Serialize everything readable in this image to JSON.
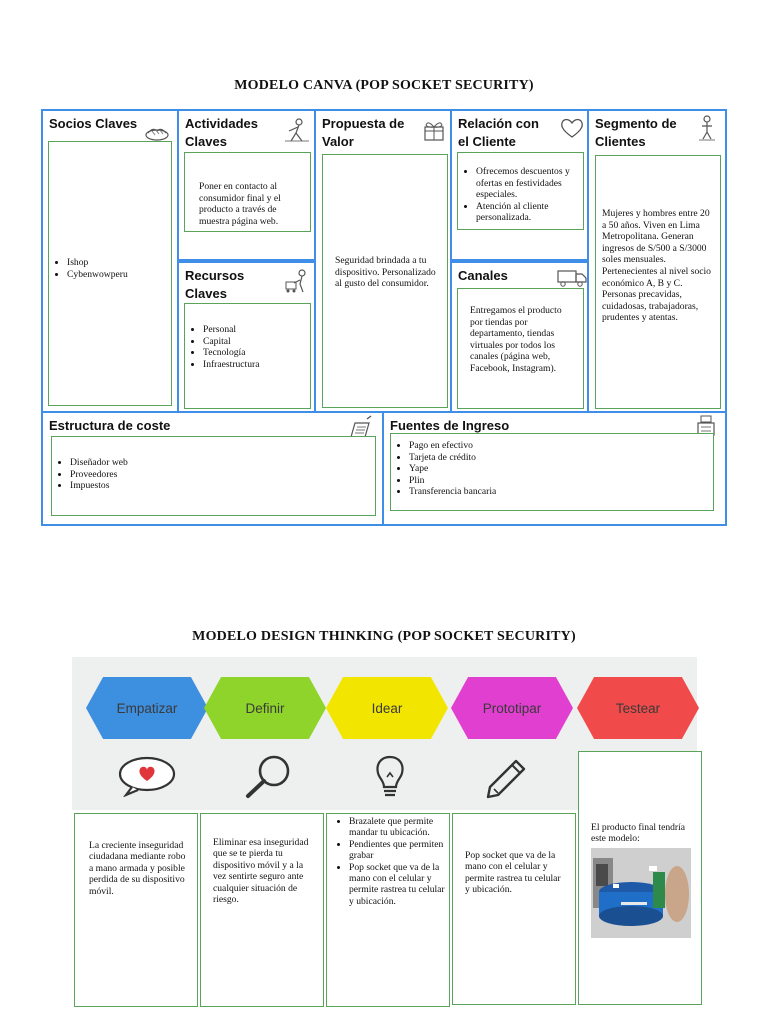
{
  "canva": {
    "title": "MODELO CANVA (POP SOCKET SECURITY)",
    "socios": {
      "title": "Socios Claves",
      "items": [
        "Ishop",
        "Cybenwowperu"
      ]
    },
    "actividades": {
      "title_line1": "Actividades",
      "title_line2": "Claves",
      "text": "Poner en contacto al consumidor final y el producto a través de muestra página web."
    },
    "recursos": {
      "title_line1": "Recursos",
      "title_line2": "Claves",
      "items": [
        "Personal",
        "Capital",
        "Tecnología",
        "Infraestructura"
      ]
    },
    "propuesta": {
      "title_line1": "Propuesta de",
      "title_line2": "Valor",
      "text": "Seguridad brindada a tu dispositivo. Personalizado al gusto del consumidor."
    },
    "relacion": {
      "title_line1": "Relación con",
      "title_line2": "el Cliente",
      "items": [
        "Ofrecemos descuentos y ofertas en festividades especiales.",
        "Atención al cliente personalizada."
      ]
    },
    "canales": {
      "title": "Canales",
      "text": "Entregamos el producto por tiendas por departamento, tiendas virtuales por todos los canales (página web, Facebook, Instagram)."
    },
    "segmento": {
      "title_line1": "Segmento de",
      "title_line2": "Clientes",
      "text": "Mujeres y hombres entre 20 a 50 años. Viven en Lima Metropolitana. Generan ingresos de S/500 a S/3000 soles mensuales. Pertenecientes al nivel socio económico A, B y C. Personas precavidas, cuidadosas, trabajadoras, prudentes y atentas."
    },
    "estructura": {
      "title": "Estructura de coste",
      "items": [
        "Diseñador web",
        "Proveedores",
        "Impuestos"
      ]
    },
    "fuentes": {
      "title": "Fuentes de Ingreso",
      "items": [
        "Pago en efectivo",
        "Tarjeta de crédito",
        "Yape",
        "Plin",
        "Transferencia bancaria"
      ]
    }
  },
  "design": {
    "title": "MODELO DESIGN THINKING  (POP SOCKET SECURITY)",
    "stages": [
      {
        "label": "Empatizar",
        "color": "#3d8fe0"
      },
      {
        "label": "Definir",
        "color": "#8fd42a"
      },
      {
        "label": "Idear",
        "color": "#f2e600"
      },
      {
        "label": "Prototipar",
        "color": "#e03fd0"
      },
      {
        "label": "Testear",
        "color": "#f04a4a"
      }
    ],
    "icons": [
      "speech-heart-icon",
      "magnifier-icon",
      "lightbulb-icon",
      "pencil-icon"
    ],
    "box1": "La creciente inseguridad ciudadana mediante robo a mano armada y posible perdida de su dispositivo móvil.",
    "box2": "Eliminar esa inseguridad que se te pierda tu dispositivo móvil y a la vez sentirte seguro ante cualquier situación de riesgo.",
    "box3": [
      "Brazalete que permite mandar tu ubicación.",
      "Pendientes que permiten grabar",
      "Pop socket que va de la mano con el celular y permite rastrea tu celular y ubicación."
    ],
    "box4": "Pop socket que va de la mano con el celular y permite rastrea tu celular y ubicación.",
    "box5": "El producto final tendría este modelo:"
  }
}
